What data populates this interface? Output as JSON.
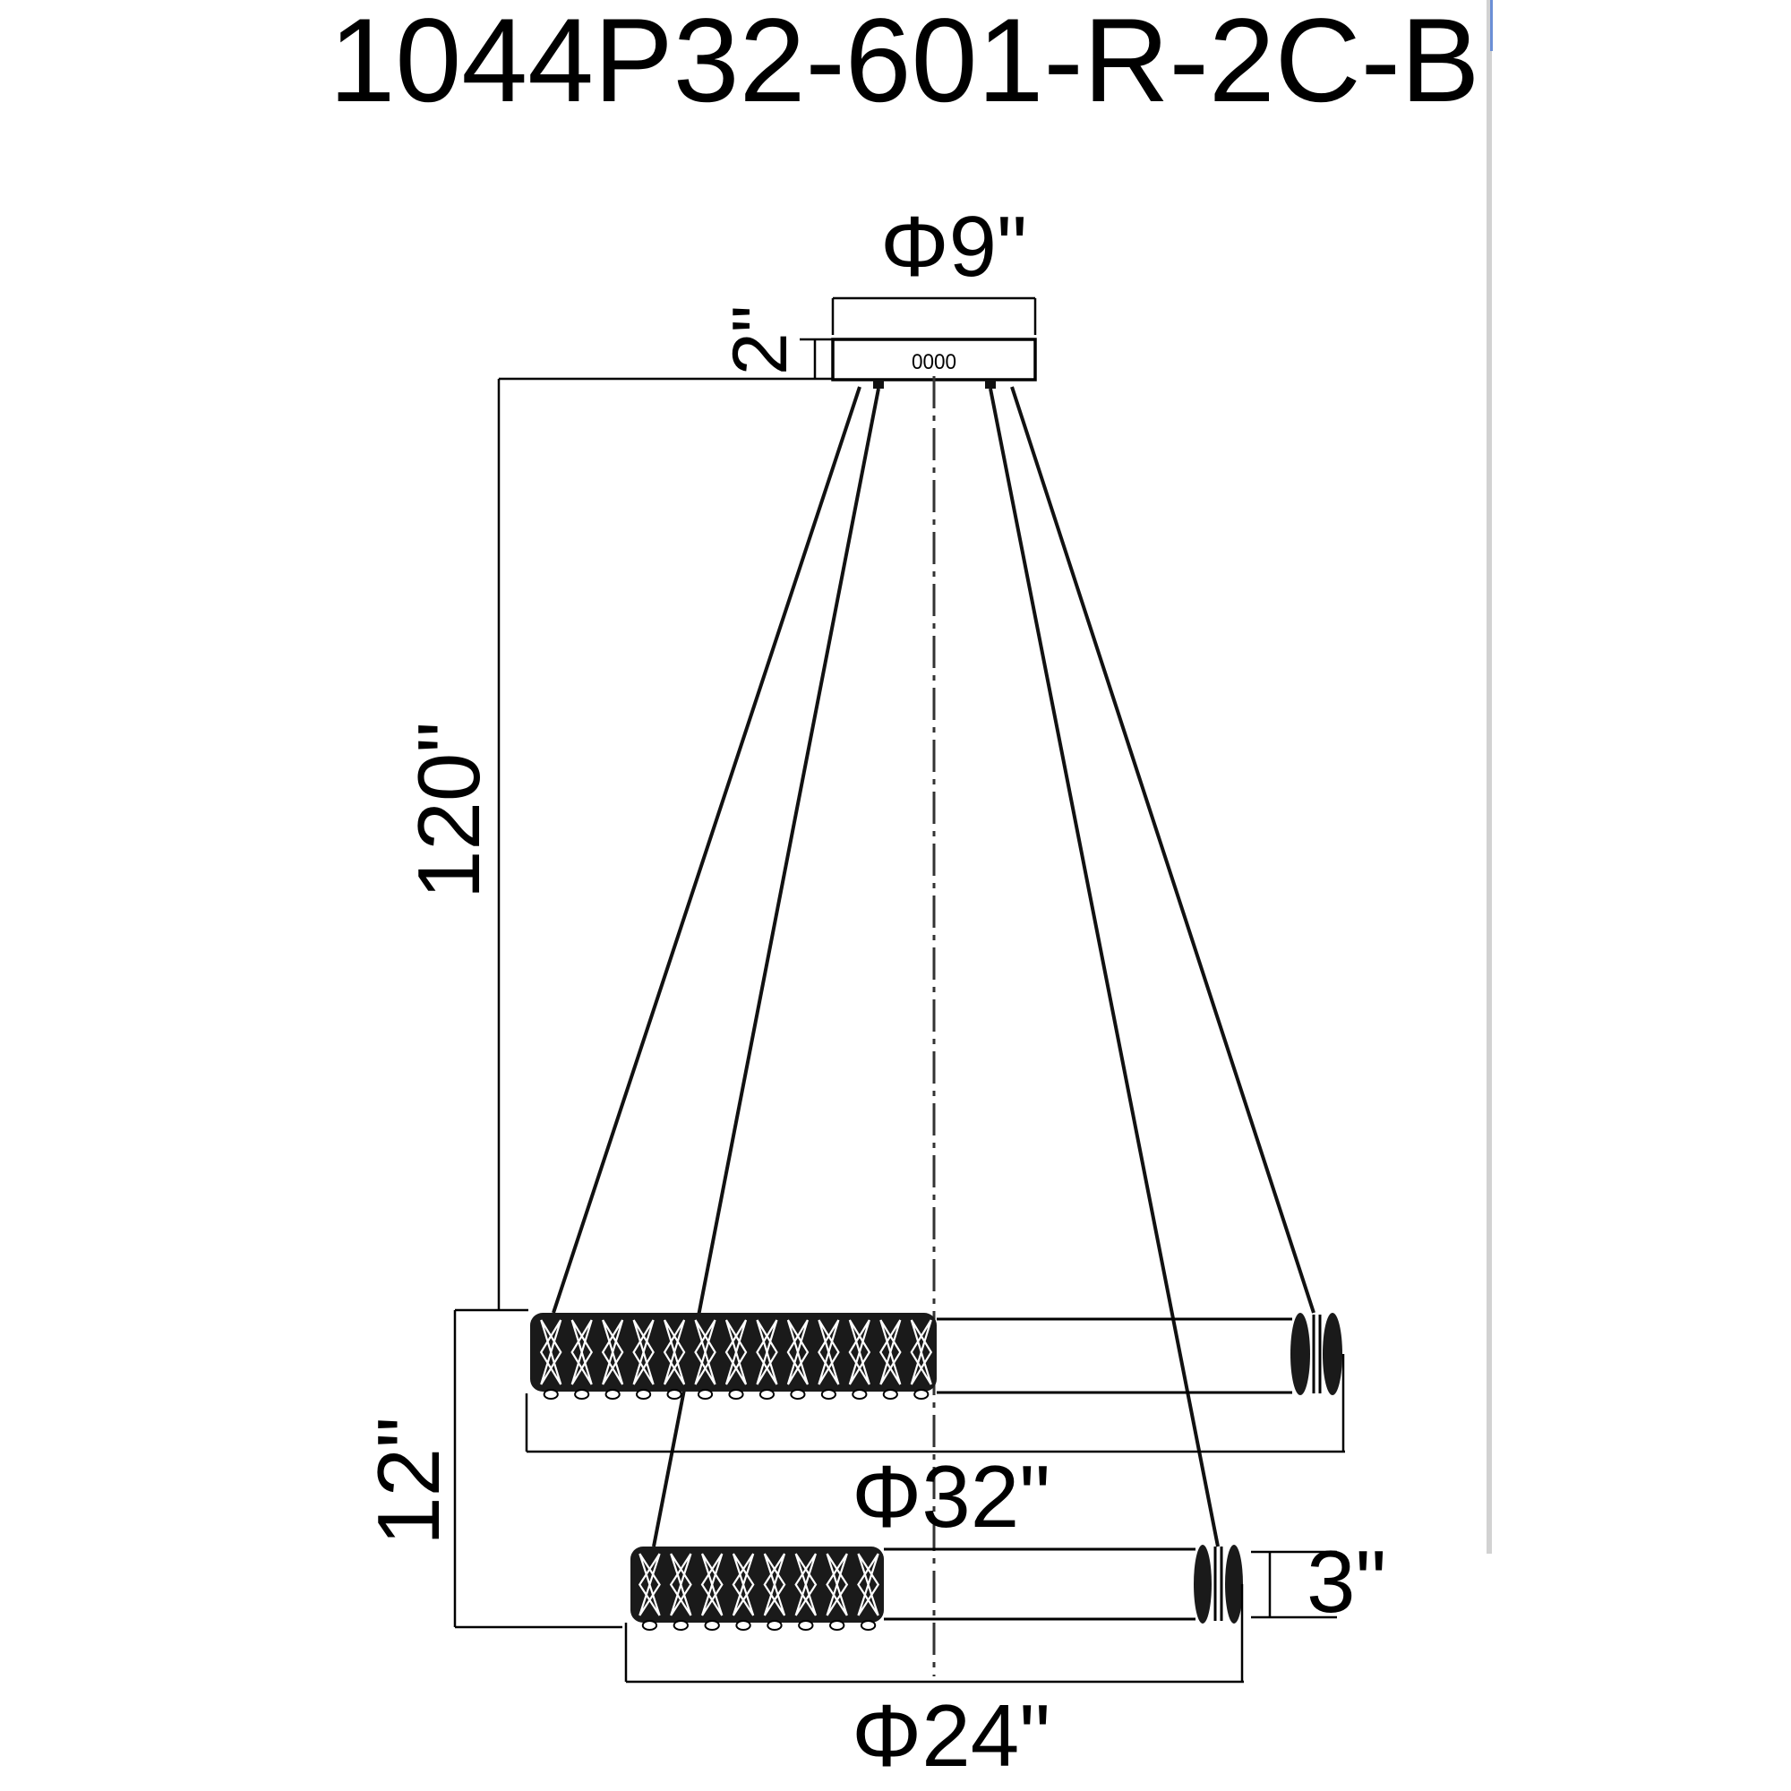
{
  "title": "1044P32-601-R-2C-B",
  "dimensions": {
    "canopy_diameter": "Φ9\"",
    "canopy_height": "2\"",
    "hanging_length": "120\"",
    "tier_spacing": "12\"",
    "upper_ring_diameter": "Φ32\"",
    "lower_ring_diameter": "Φ24\"",
    "ring_height": "3\""
  },
  "canopy_label": "0000",
  "upper_ring": {
    "crystal_count": 13
  },
  "lower_ring": {
    "crystal_count": 8
  },
  "colors": {
    "line": "#000000",
    "background": "#ffffff",
    "viewer_border": "#c8c8c8",
    "viewer_accent": "#6b8fd6"
  }
}
